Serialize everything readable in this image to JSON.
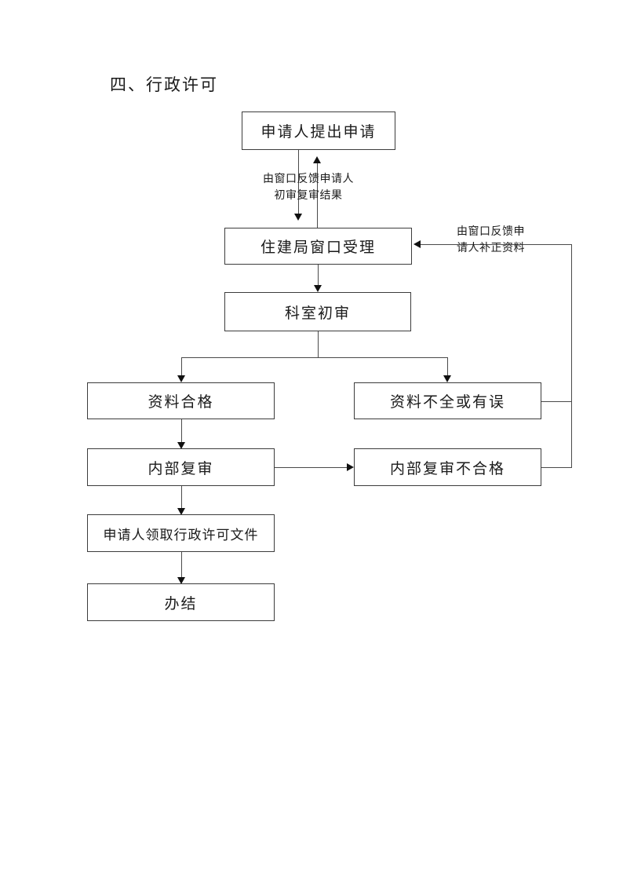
{
  "document": {
    "title": "四、行政许可"
  },
  "flowchart": {
    "type": "flowchart",
    "orientation": "top-to-bottom",
    "nodes": [
      {
        "id": "apply",
        "label": "申请人提出申请"
      },
      {
        "id": "window",
        "label": "住建局窗口受理"
      },
      {
        "id": "first_review",
        "label": "科室初审"
      },
      {
        "id": "qualified",
        "label": "资料合格"
      },
      {
        "id": "incomplete",
        "label": "资料不全或有误"
      },
      {
        "id": "internal",
        "label": "内部复审"
      },
      {
        "id": "internal_fail",
        "label": "内部复审不合格"
      },
      {
        "id": "collect",
        "label": "申请人领取行政许可文件"
      },
      {
        "id": "done",
        "label": "办结"
      }
    ],
    "edge_labels": {
      "feedback_result_line1": "由窗口反馈申请人",
      "feedback_result_line2": "初审复审结果",
      "supplement_line1": "由窗口反馈申",
      "supplement_line2": "请人补正资料"
    },
    "edges": [
      {
        "from": "apply",
        "to": "window",
        "label": "由窗口反馈申请人初审复审结果"
      },
      {
        "from": "window",
        "to": "apply",
        "label": "由窗口反馈申请人初审复审结果"
      },
      {
        "from": "window",
        "to": "first_review",
        "label": ""
      },
      {
        "from": "first_review",
        "to": "qualified",
        "label": ""
      },
      {
        "from": "first_review",
        "to": "incomplete",
        "label": ""
      },
      {
        "from": "qualified",
        "to": "internal",
        "label": ""
      },
      {
        "from": "internal",
        "to": "collect",
        "label": ""
      },
      {
        "from": "internal",
        "to": "internal_fail",
        "label": ""
      },
      {
        "from": "incomplete",
        "to": "window",
        "label": "由窗口反馈申请人补正资料"
      },
      {
        "from": "internal_fail",
        "to": "window",
        "label": "由窗口反馈申请人补正资料"
      },
      {
        "from": "collect",
        "to": "done",
        "label": ""
      }
    ],
    "colors": {
      "box_border": "#3c3c3c",
      "connector": "#4a4a4a",
      "text": "#1a1a1a",
      "background": "#ffffff"
    }
  }
}
